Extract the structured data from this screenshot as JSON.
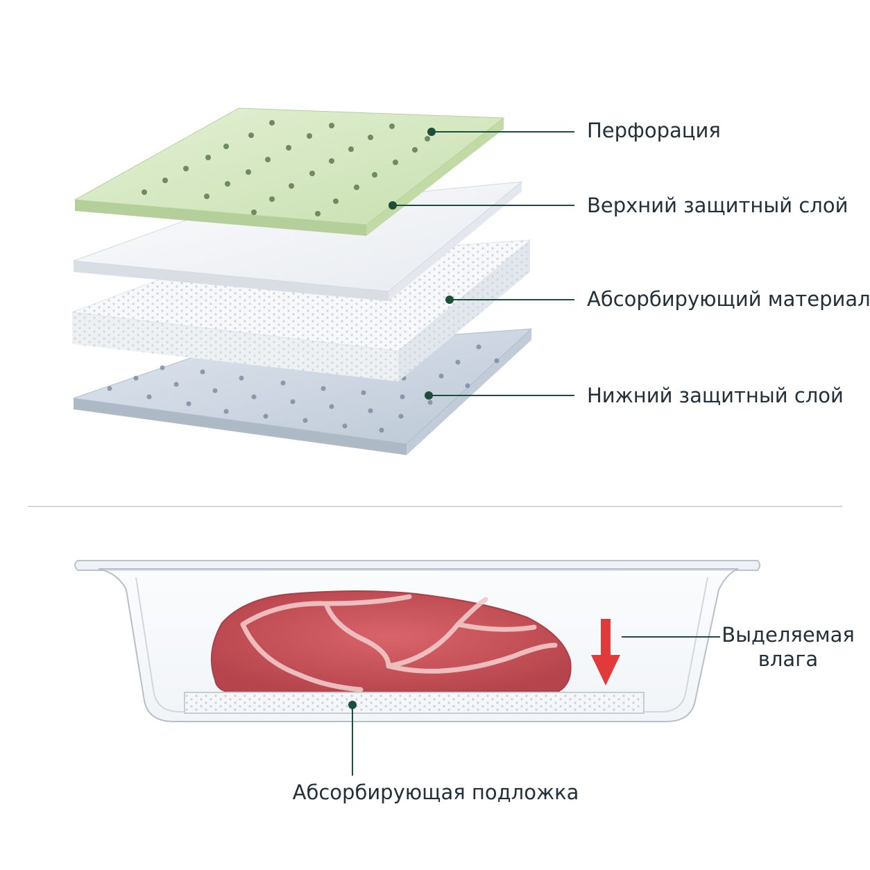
{
  "layers_section": {
    "labels": {
      "perforation": "Перфорация",
      "top_layer": "Верхний защитный слой",
      "absorbent": "Абсорбирующий материал",
      "bottom_layer": "Нижний защитный слой"
    }
  },
  "tray_section": {
    "moisture_line1": "Выделяемая",
    "moisture_line2": "влага",
    "pad_label": "Абсорбирующая подложка"
  },
  "colors": {
    "leader_line": "#1d4d3b",
    "perforated_sheet": "#d3e8bf",
    "absorbent": "#f3f5f7",
    "bottom_sheet": "#c7d2df",
    "arrow": "#e03a3a",
    "meat": "#c9545a"
  }
}
